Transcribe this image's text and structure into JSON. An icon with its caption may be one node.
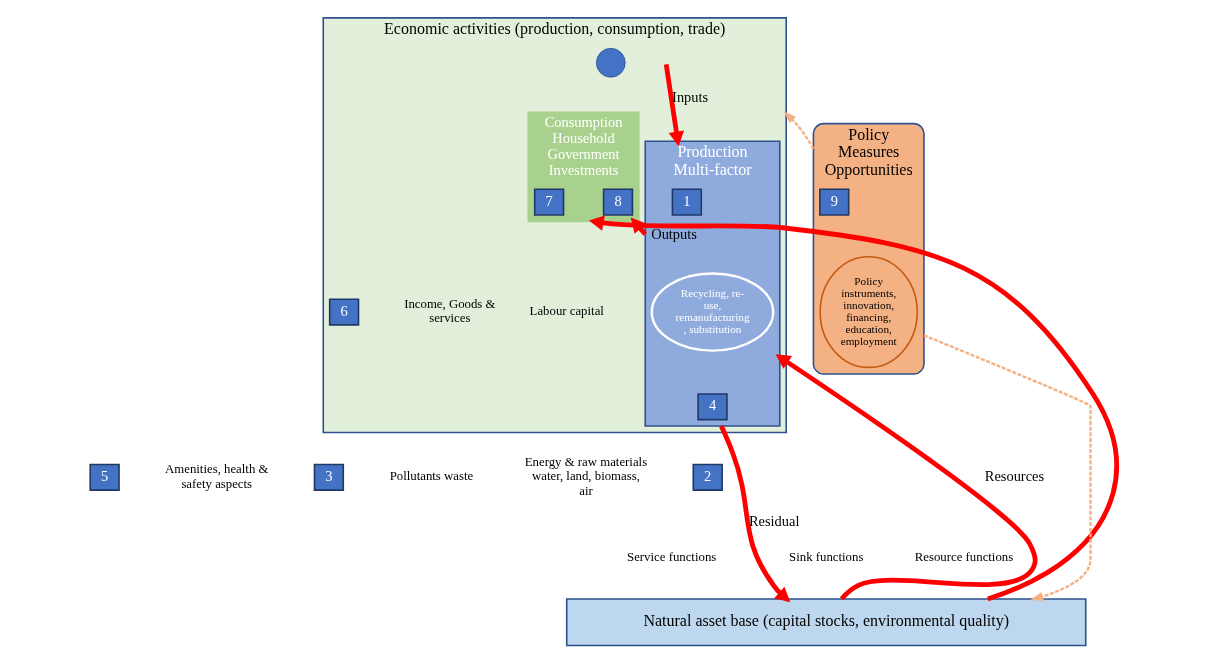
{
  "diagram": {
    "nodes": [
      {
        "text": [
          "Economic activities (production, consumption, trade)"
        ]
      },
      {
        "text": [],
        "shape": "circle",
        "in": 0
      },
      {
        "text": [
          "Consumption",
          "Household Government",
          "Investments"
        ],
        "in": 0
      },
      {
        "text": [
          "7"
        ],
        "in": 2
      },
      {
        "text": [
          "8"
        ],
        "in": 2
      },
      {
        "text": [
          "Production",
          "Multi-factor"
        ],
        "in": 0
      },
      {
        "text": [
          "Recycling, re- use, remanufacturing , substitution"
        ],
        "in": 5
      },
      {
        "text": [
          "1"
        ],
        "in": 5
      },
      {
        "text": [
          "4"
        ],
        "in": 5
      },
      {
        "text": [
          "6"
        ],
        "in": 0
      },
      {
        "text": [
          "5"
        ]
      },
      {
        "text": [
          "3"
        ]
      },
      {
        "text": [
          "2"
        ]
      },
      {
        "text": [
          "Natural asset base (capital stocks, environmental quality)"
        ]
      },
      {
        "text": [
          "Policy Measures",
          "Opportunities"
        ]
      },
      {
        "text": [
          "9"
        ],
        "in": 14
      },
      {
        "text": [
          "Policy instruments, innovation, financing, education, employment"
        ],
        "in": 14
      }
    ],
    "edges": [
      {
        "from": null,
        "to": 5,
        "arrow": "to",
        "label": "Inputs"
      },
      {
        "from": 5,
        "to": 2,
        "arrow": "to",
        "label": "Outputs"
      },
      {
        "from": 5,
        "to": 13,
        "arrow": "to",
        "label": "Residual"
      },
      {
        "from": 13,
        "to": 5,
        "arrow": "to",
        "label": "Resources"
      },
      {
        "from": 13,
        "to": 2,
        "arrow": "to"
      },
      {
        "from": 14,
        "to": 0,
        "arrow": "to",
        "style": "dashed",
        "color": "#f4b183"
      },
      {
        "from": 14,
        "to": 13,
        "arrow": "to",
        "style": "dashed",
        "color": "#f4b183"
      }
    ],
    "labels": [
      "Income, Goods & services",
      "Labour capital",
      "Amenities, health & safety aspects",
      "Pollutants waste",
      "Energy & raw materials water, land, biomass, air",
      "Service functions",
      "Sink functions",
      "Resource functions"
    ]
  }
}
